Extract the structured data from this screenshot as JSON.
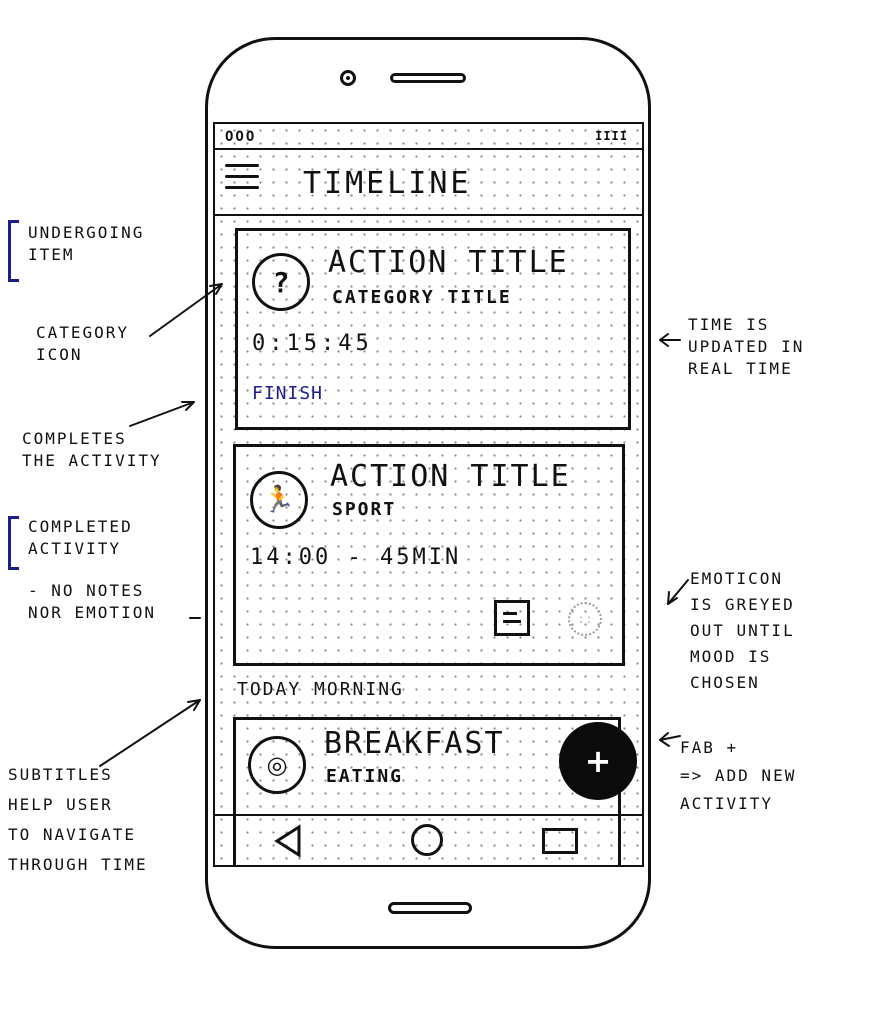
{
  "app": {
    "status_left": "OOO",
    "status_right": "IIII",
    "title": "TIMELINE"
  },
  "cards": [
    {
      "icon": "?",
      "icon_name": "question-icon",
      "title": "ACTION TITLE",
      "subtitle": "CATEGORY TITLE",
      "time": "0:15:45",
      "action": "FINISH"
    },
    {
      "icon": "🏃",
      "icon_name": "running-icon",
      "title": "ACTION TITLE",
      "subtitle": "SPORT",
      "time": "14:00 - 45min"
    },
    {
      "icon": "◎",
      "icon_name": "bowl-icon",
      "title": "BREAKFAST",
      "subtitle": "EATING"
    }
  ],
  "section_subtitle": "TODAY MORNING",
  "fab_label": "+",
  "annotations": {
    "undergoing": "UNDERGOING\nITEM",
    "category_icon": "CATEGORY\nICON",
    "completes": "COMPLETES\nTHE ACTIVITY",
    "completed": "COMPLETED\nACTIVITY",
    "no_notes": "- NO NOTES\nNOR EMOTION",
    "subtitles": "SUBTITLES\nHELP USER\nTO NAVIGATE\nTHROUGH TIME",
    "time_updated": "TIME IS\nUPDATED IN\nREAL TIME",
    "emoticon": "EMOTICON\nIS GREYED\nOUT UNTIL\nMOOD IS\nCHOSEN",
    "fab": "FAB +\n=> ADD NEW\nACTIVITY"
  },
  "colors": {
    "ink": "#111111",
    "annotation_blue": "#1b1f8c",
    "fab": "#0b0b0b",
    "greyed": "#999999"
  }
}
